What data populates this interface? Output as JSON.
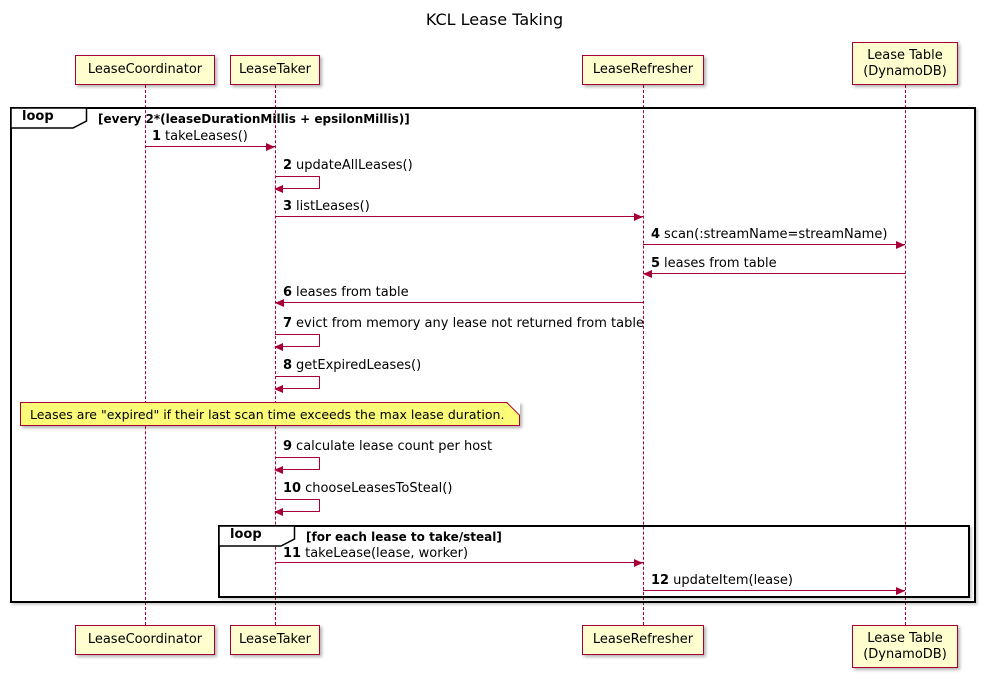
{
  "title": "KCL Lease Taking",
  "participants": [
    {
      "label": "LeaseCoordinator"
    },
    {
      "label": "LeaseTaker"
    },
    {
      "label": "LeaseRefresher"
    },
    {
      "label": "Lease Table",
      "sublabel": "(DynamoDB)"
    }
  ],
  "outer_loop": {
    "keyword": "loop",
    "condition": "[every 2*(leaseDurationMillis + epsilonMillis)]"
  },
  "inner_loop": {
    "keyword": "loop",
    "condition": "[for each lease to take/steal]"
  },
  "messages": [
    {
      "num": "1",
      "text": "takeLeases()",
      "from": "LeaseCoordinator",
      "to": "LeaseTaker"
    },
    {
      "num": "2",
      "text": "updateAllLeases()",
      "from": "LeaseTaker",
      "to": "LeaseTaker"
    },
    {
      "num": "3",
      "text": "listLeases()",
      "from": "LeaseTaker",
      "to": "LeaseRefresher"
    },
    {
      "num": "4",
      "text": "scan(:streamName=streamName)",
      "from": "LeaseRefresher",
      "to": "Lease Table"
    },
    {
      "num": "5",
      "text": "leases from table",
      "from": "Lease Table",
      "to": "LeaseRefresher"
    },
    {
      "num": "6",
      "text": "leases from table",
      "from": "LeaseRefresher",
      "to": "LeaseTaker"
    },
    {
      "num": "7",
      "text": "evict from memory any lease not returned from table",
      "from": "LeaseTaker",
      "to": "LeaseTaker"
    },
    {
      "num": "8",
      "text": "getExpiredLeases()",
      "from": "LeaseTaker",
      "to": "LeaseTaker"
    },
    {
      "num": "9",
      "text": "calculate lease count per host",
      "from": "LeaseTaker",
      "to": "LeaseTaker"
    },
    {
      "num": "10",
      "text": "chooseLeasesToSteal()",
      "from": "LeaseTaker",
      "to": "LeaseTaker"
    },
    {
      "num": "11",
      "text": "takeLease(lease, worker)",
      "from": "LeaseTaker",
      "to": "LeaseRefresher"
    },
    {
      "num": "12",
      "text": "updateItem(lease)",
      "from": "LeaseRefresher",
      "to": "Lease Table"
    }
  ],
  "note": {
    "text": "Leases are \"expired\" if their last scan time exceeds the max lease duration."
  },
  "colors": {
    "participant_fill": "#FEFECE",
    "maroon_border": "#A80036",
    "note_fill": "#FBFB77",
    "frame_border": "#000000",
    "background": "#FFFFFF"
  }
}
